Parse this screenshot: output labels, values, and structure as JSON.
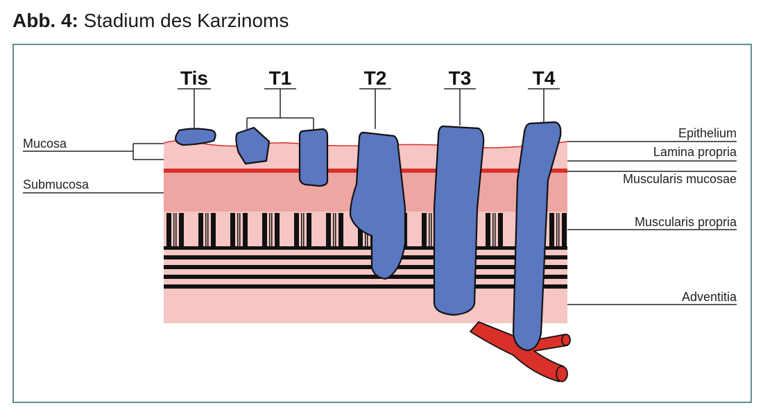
{
  "title": {
    "prefix": "Abb. 4:",
    "text": "Stadium des Karzinoms"
  },
  "stages": [
    "Tis",
    "T1",
    "T2",
    "T3",
    "T4"
  ],
  "left_labels": {
    "mucosa": "Mucosa",
    "submucosa": "Submucosa"
  },
  "right_labels": {
    "epithelium": "Epithelium",
    "lamina_propria": "Lamina propria",
    "muscularis_mucosae": "Muscularis mucosae",
    "muscularis_propria": "Muscularis propria",
    "adventitia": "Adventitia"
  },
  "colors": {
    "tumor": "#5a77c0",
    "mucosa": "#f5c6c3",
    "submucosa": "#eea6a3",
    "muscularis_mucosae": "#d9302a",
    "vessel": "#d9302a",
    "frame": "#5e8f8c"
  }
}
